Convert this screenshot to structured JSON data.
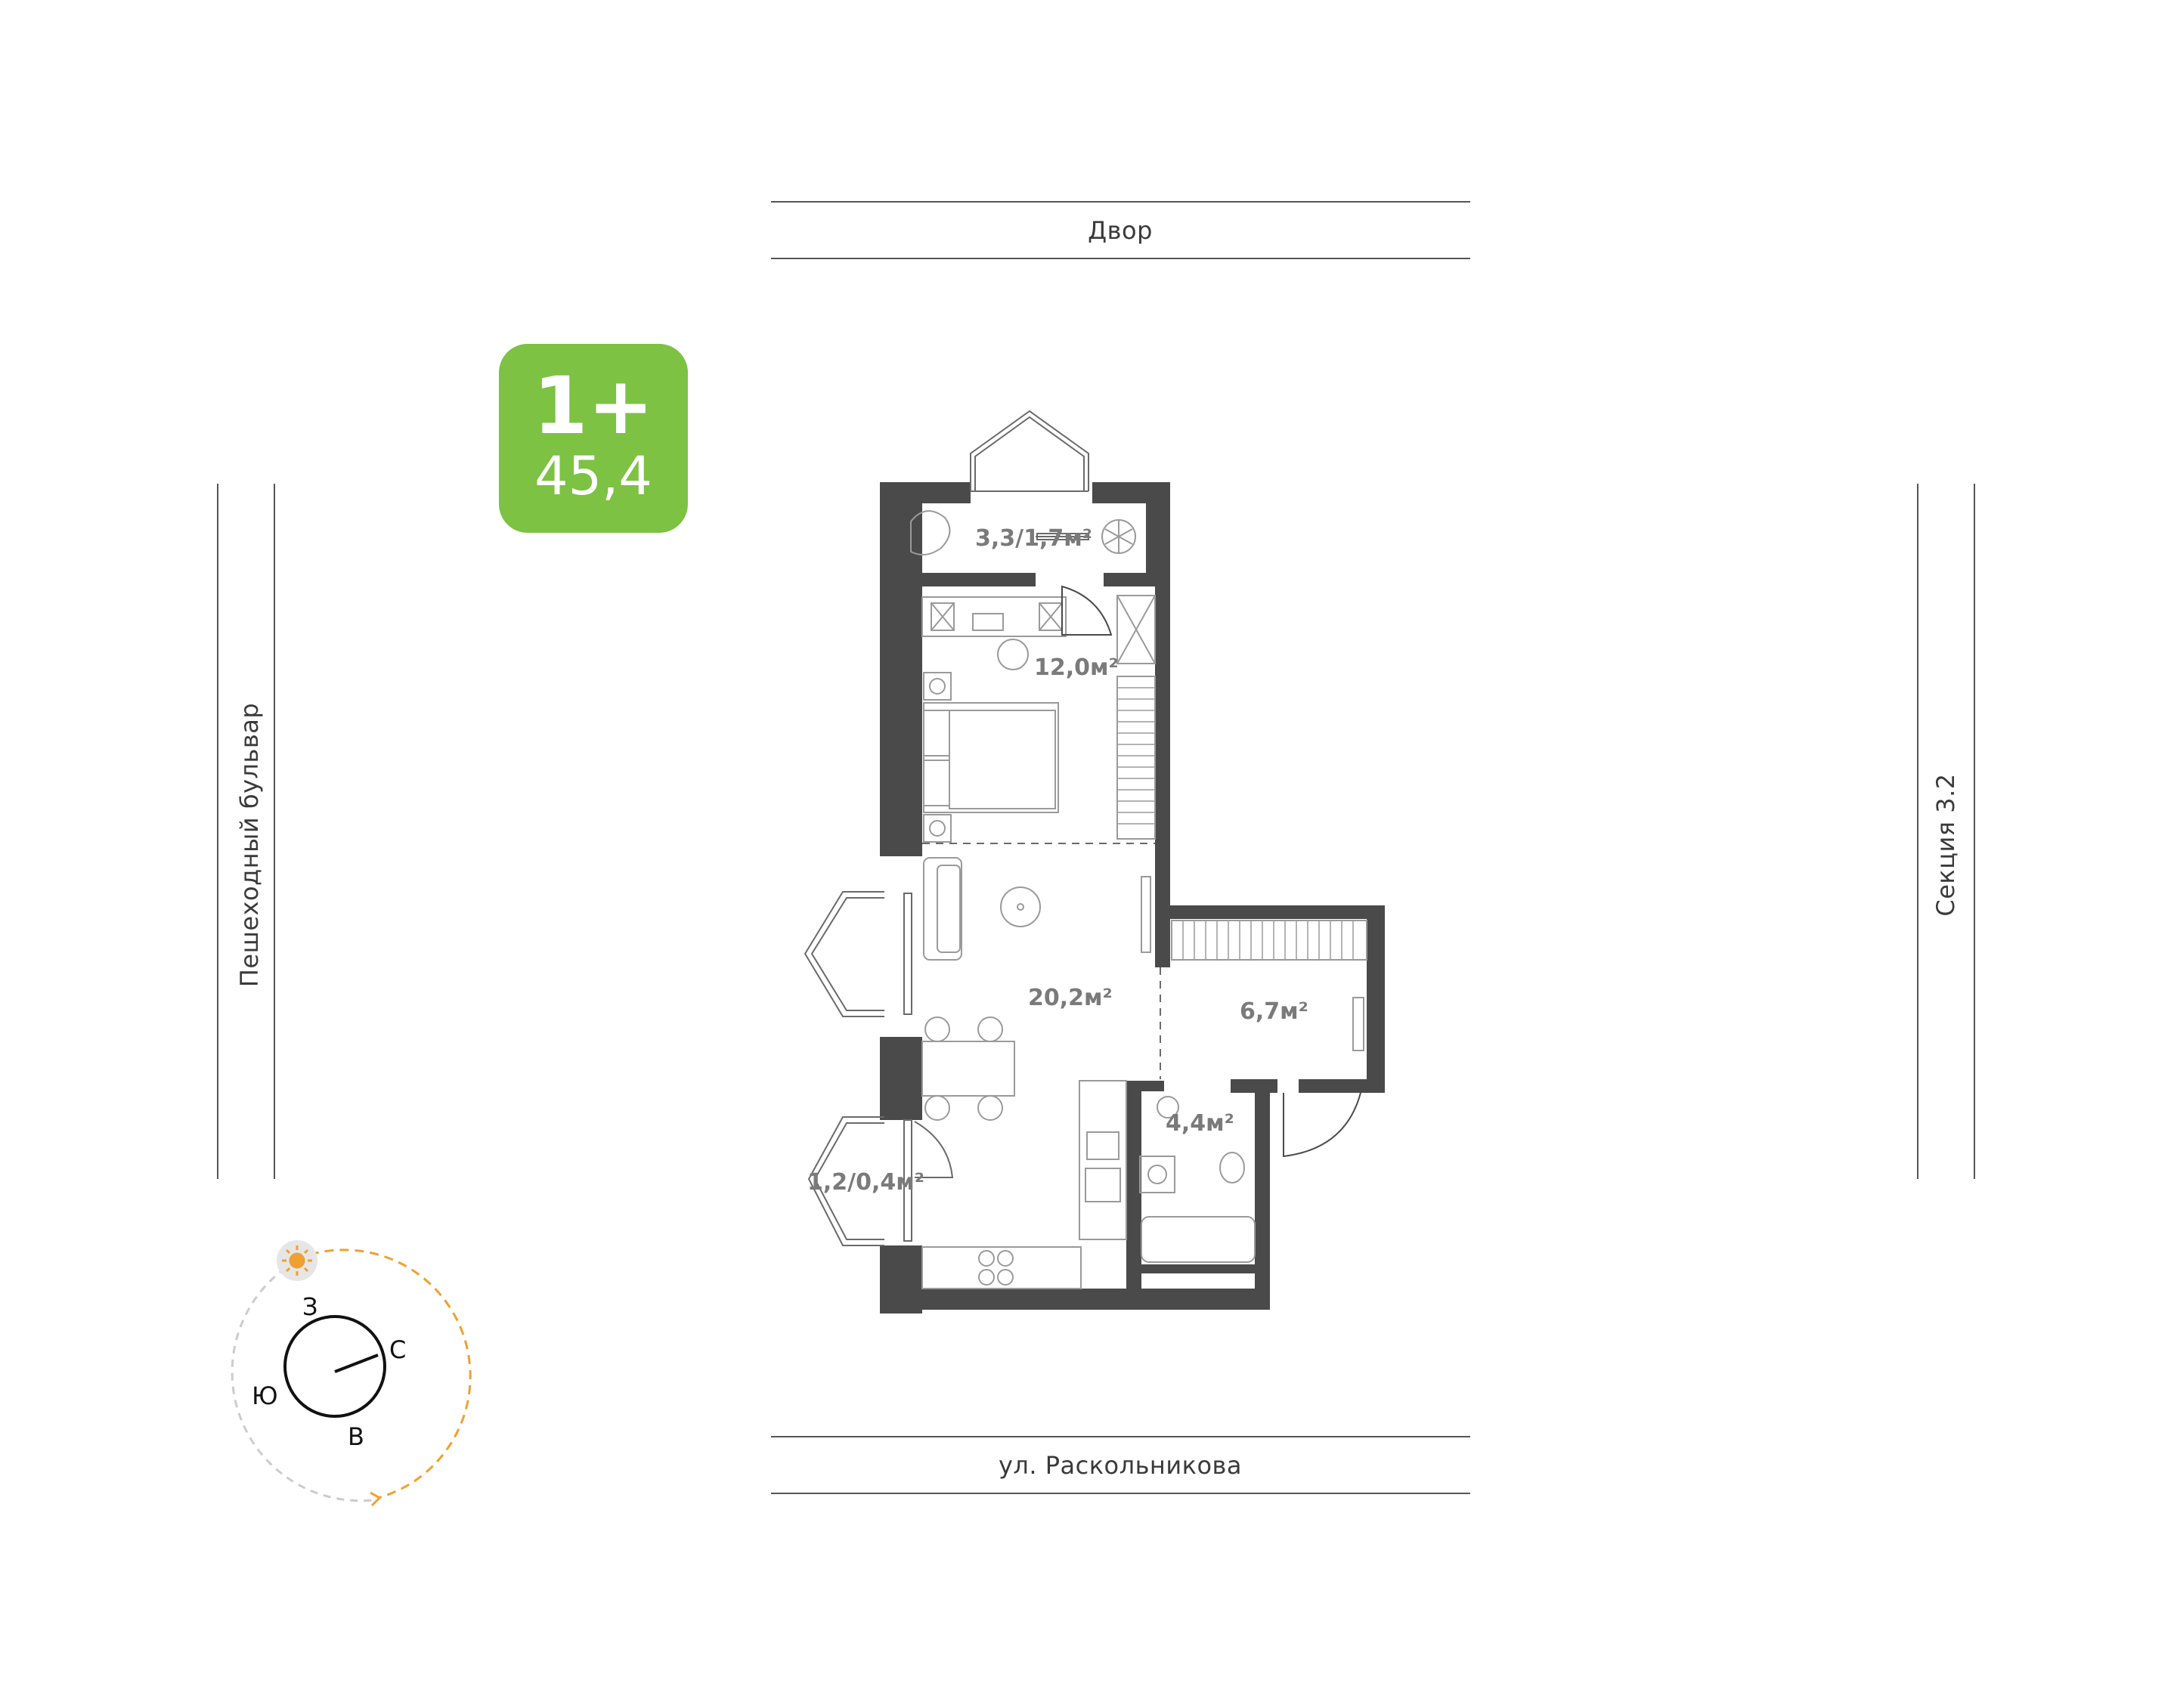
{
  "badge": {
    "type": "1+",
    "area": "45,4",
    "color": "#7dc243"
  },
  "streets": {
    "top": "Двор",
    "bottom": "ул. Раскольникова",
    "left": "Пешеходный бульвар",
    "right": "Секция 3.2"
  },
  "rooms": {
    "balcony_top": "3,3/1,7м²",
    "bedroom": "12,0м²",
    "living_kitchen": "20,2м²",
    "hallway": "6,7м²",
    "bathroom": "4,4м²",
    "balcony_left": "1,2/0,4м²"
  },
  "compass": {
    "west": "З",
    "north": "С",
    "south": "Ю",
    "east": "В",
    "sun_path_color": "#f0a030",
    "sun_icon": "sun-icon"
  },
  "colors": {
    "wall": "#4a4a4a",
    "label": "#7a7a7a"
  }
}
